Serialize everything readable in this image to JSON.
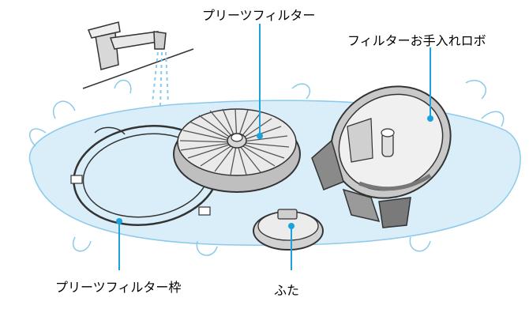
{
  "labels": {
    "pleats_filter": "プリーツフィルター",
    "robot": "フィルターお手入れロボ",
    "frame": "プリーツフィルター枠",
    "lid": "ふた"
  },
  "colors": {
    "water": "#d9eef9",
    "water_stroke": "#8cc9ea",
    "leader": "#1aa3dc",
    "part_dark": "#555555",
    "part_mid": "#9a9a9a",
    "part_light": "#e6e6e6"
  }
}
